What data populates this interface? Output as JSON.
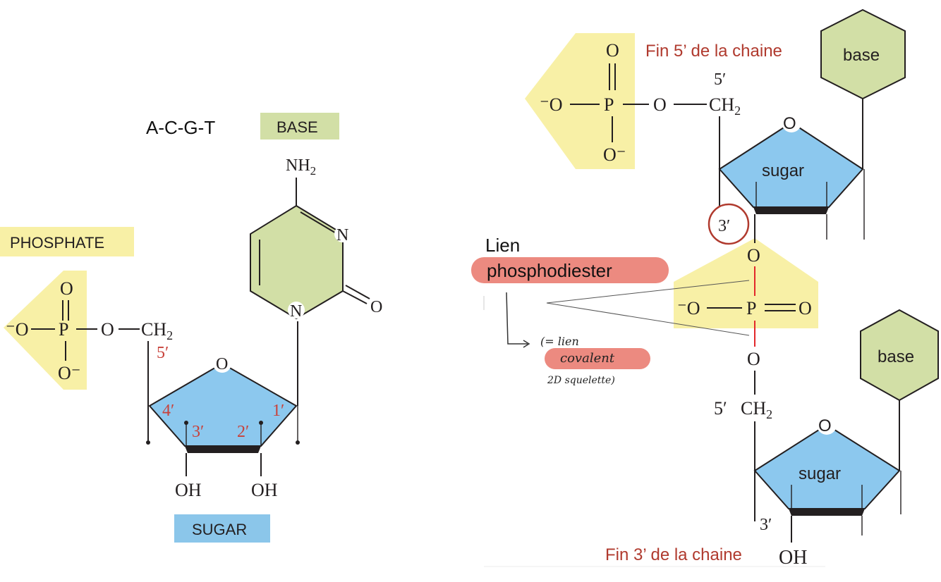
{
  "colors": {
    "phosphate_yellow": "#f8f0a6",
    "base_green": "#d2dfa6",
    "sugar_blue": "#8cc8ee",
    "label_blue": "#8bc6ea",
    "highlight_red": "#ec8a80",
    "accent_red": "#b03a2e",
    "ink": "#231f20"
  },
  "left": {
    "sequence": "A-C-G-T",
    "base_label": "BASE",
    "phosphate_label": "PHOSPHATE",
    "sugar_label": "SUGAR",
    "phosphate": {
      "o_top": "O",
      "o_left": "⁻O",
      "p": "P",
      "o_bridge": "O",
      "o_bottom": "O⁻",
      "ch2": "CH",
      "ch2_sub": "2"
    },
    "carbons": {
      "c5": "5′",
      "c4": "4′",
      "c3": "3′",
      "c2": "2′",
      "c1": "1′"
    },
    "ring_o": "O",
    "oh1": "OH",
    "oh2": "OH",
    "base_atoms": {
      "nh2": "NH",
      "nh2_sub": "2",
      "n3": "N",
      "n1": "N",
      "o": "O"
    }
  },
  "right": {
    "fin5_label": "Fin 5’ de la chaine",
    "fin3_label": "Fin 3’ de la chaine",
    "fin3_oh": "OH",
    "base_top": "base",
    "base_bottom": "base",
    "sugar_top": "sugar",
    "sugar_bottom": "sugar",
    "top_phosphate": {
      "o_top": "O",
      "o_left": "⁻O",
      "p": "P",
      "o_bridge": "O",
      "ch2": "CH",
      "ch2_sub": "2",
      "o_bottom": "O⁻",
      "c5": "5′"
    },
    "ring_o_top": "O",
    "ring_o_bottom": "O",
    "c3_circled": "3′",
    "link_phosphate": {
      "o_top": "O",
      "o_left": "⁻O",
      "p": "P",
      "o_right": "O",
      "o_bottom": "O"
    },
    "c5_bottom": "5′",
    "ch2_bottom": "CH",
    "ch2_bottom_sub": "2",
    "c3_bottom": "3′"
  },
  "annotation": {
    "lien_label": "Lien",
    "phosphodiester_label": "phosphodiester",
    "handwritten_line1": "(= lien",
    "handwritten_line2": "covalent",
    "handwritten_line3": "2D squelette)"
  }
}
